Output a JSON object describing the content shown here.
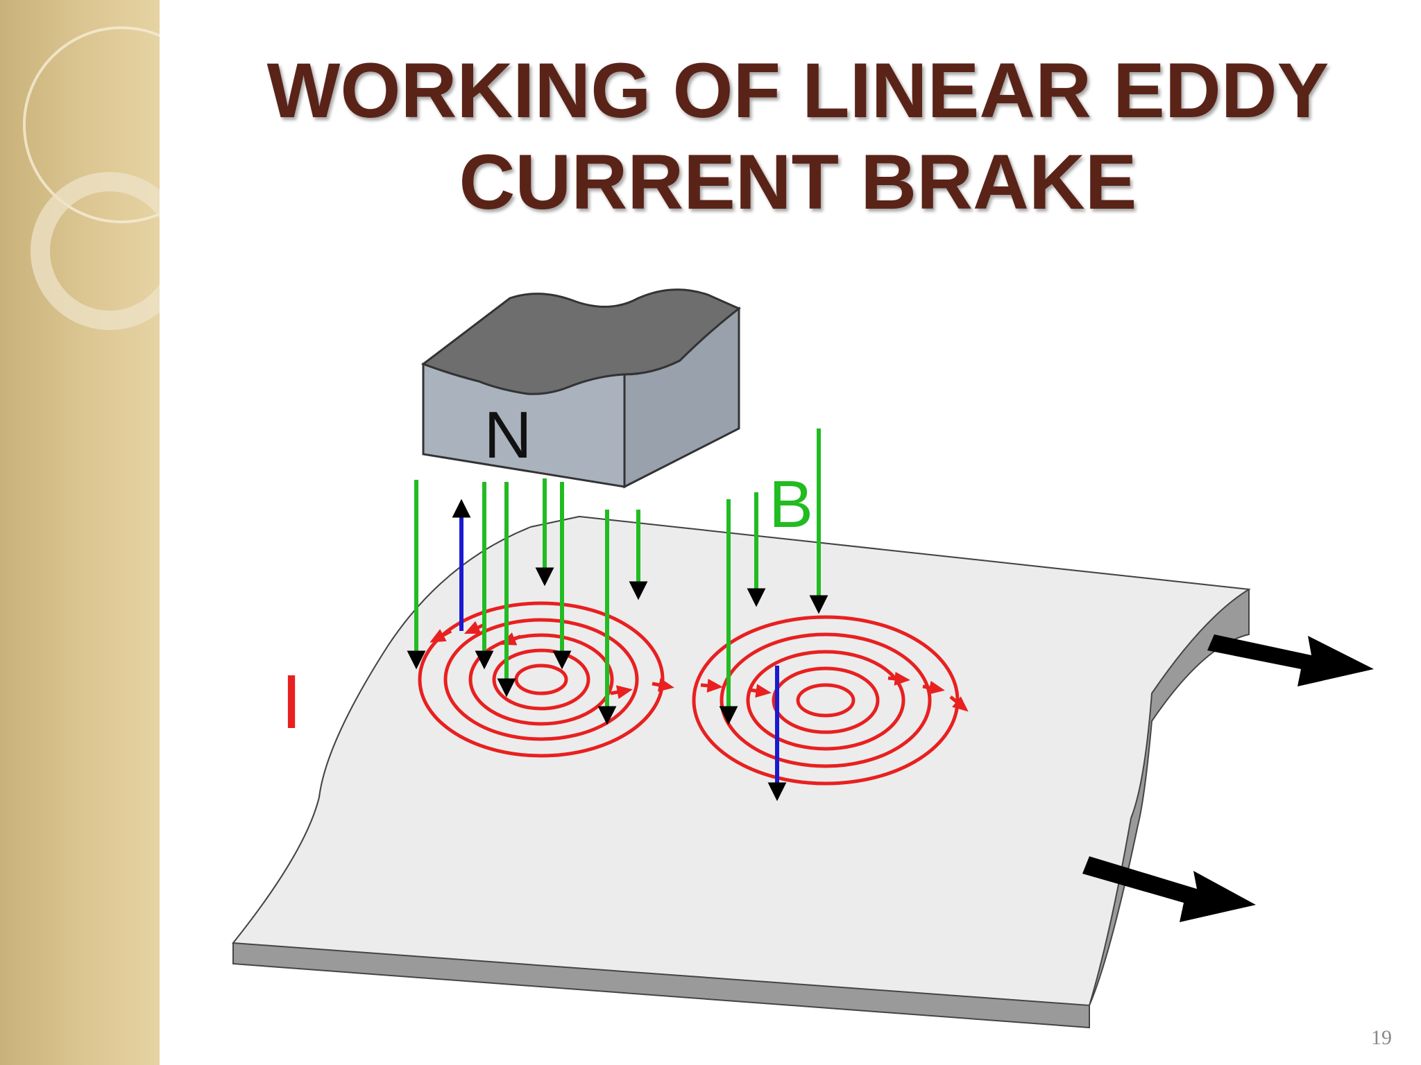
{
  "slide": {
    "title_line1": "WORKING OF LINEAR EDDY",
    "title_line2": "CURRENT BRAKE",
    "page_number": "19"
  },
  "diagram": {
    "magnet_label": "N",
    "field_label": "B",
    "current_label": "I",
    "colors": {
      "field_lines": "#22bb22",
      "eddy_currents": "#e82020",
      "force_vectors": "#1a1ad0",
      "motion_arrows": "#000000",
      "magnet": "#a9b2bd",
      "plate": "#ececec",
      "title": "#5a2318"
    }
  }
}
